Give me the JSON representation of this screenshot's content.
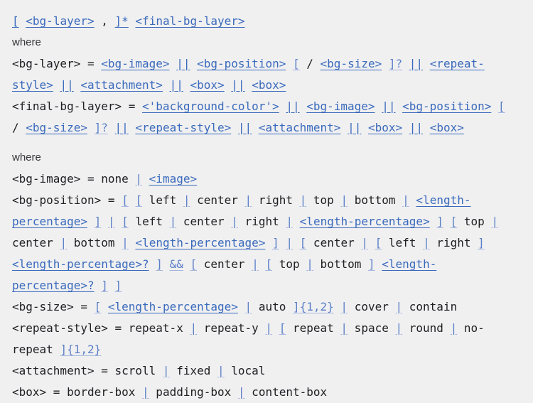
{
  "colors": {
    "background": "#f0f0f1",
    "text": "#202024",
    "link": "#3a6abc",
    "combinator": "#5b7fc7",
    "combinator_underline": "#a5b6de",
    "where_text": "#37373b"
  },
  "formal_syntax": {
    "blocks": [
      {
        "name": "property-syntax",
        "lines": [
          [
            {
              "k": "link",
              "t": "["
            },
            {
              "k": "text",
              "t": " "
            },
            {
              "k": "link",
              "t": "<bg-layer>"
            },
            {
              "k": "text",
              "t": " , "
            },
            {
              "k": "link",
              "t": "]*"
            },
            {
              "k": "text",
              "t": " "
            },
            {
              "k": "link",
              "t": "<final-bg-layer>"
            }
          ]
        ]
      },
      {
        "name": "where-block-1",
        "where_label": "where",
        "lines": [
          [
            {
              "k": "text",
              "t": "<bg-layer> = "
            },
            {
              "k": "link",
              "t": "<bg-image>"
            },
            {
              "k": "text",
              "t": " "
            },
            {
              "k": "link",
              "t": "||"
            },
            {
              "k": "text",
              "t": " "
            },
            {
              "k": "link",
              "t": "<bg-position>"
            },
            {
              "k": "text",
              "t": " "
            },
            {
              "k": "comb",
              "t": "["
            },
            {
              "k": "text",
              "t": " / "
            },
            {
              "k": "link",
              "t": "<bg-size>"
            },
            {
              "k": "text",
              "t": " "
            },
            {
              "k": "comb",
              "t": "]?"
            },
            {
              "k": "text",
              "t": " "
            },
            {
              "k": "link",
              "t": "||"
            },
            {
              "k": "text",
              "t": " "
            },
            {
              "k": "link",
              "t": "<repeat-"
            }
          ],
          [
            {
              "k": "link",
              "t": "style>"
            },
            {
              "k": "text",
              "t": " "
            },
            {
              "k": "link",
              "t": "||"
            },
            {
              "k": "text",
              "t": " "
            },
            {
              "k": "link",
              "t": "<attachment>"
            },
            {
              "k": "text",
              "t": " "
            },
            {
              "k": "link",
              "t": "||"
            },
            {
              "k": "text",
              "t": " "
            },
            {
              "k": "link",
              "t": "<box>"
            },
            {
              "k": "text",
              "t": " "
            },
            {
              "k": "link",
              "t": "||"
            },
            {
              "k": "text",
              "t": " "
            },
            {
              "k": "link",
              "t": "<box>"
            }
          ],
          [
            {
              "k": "text",
              "t": "<final-bg-layer> = "
            },
            {
              "k": "link",
              "t": "<'background-color'>"
            },
            {
              "k": "text",
              "t": " "
            },
            {
              "k": "link",
              "t": "||"
            },
            {
              "k": "text",
              "t": " "
            },
            {
              "k": "link",
              "t": "<bg-image>"
            },
            {
              "k": "text",
              "t": " "
            },
            {
              "k": "link",
              "t": "||"
            },
            {
              "k": "text",
              "t": " "
            },
            {
              "k": "link",
              "t": "<bg-position>"
            },
            {
              "k": "text",
              "t": " "
            },
            {
              "k": "comb",
              "t": "["
            }
          ],
          [
            {
              "k": "text",
              "t": "/ "
            },
            {
              "k": "link",
              "t": "<bg-size>"
            },
            {
              "k": "text",
              "t": " "
            },
            {
              "k": "comb",
              "t": "]?"
            },
            {
              "k": "text",
              "t": " "
            },
            {
              "k": "link",
              "t": "||"
            },
            {
              "k": "text",
              "t": " "
            },
            {
              "k": "link",
              "t": "<repeat-style>"
            },
            {
              "k": "text",
              "t": " "
            },
            {
              "k": "link",
              "t": "||"
            },
            {
              "k": "text",
              "t": " "
            },
            {
              "k": "link",
              "t": "<attachment>"
            },
            {
              "k": "text",
              "t": " "
            },
            {
              "k": "link",
              "t": "||"
            },
            {
              "k": "text",
              "t": " "
            },
            {
              "k": "link",
              "t": "<box>"
            },
            {
              "k": "text",
              "t": " "
            },
            {
              "k": "link",
              "t": "||"
            },
            {
              "k": "text",
              "t": " "
            },
            {
              "k": "link",
              "t": "<box>"
            }
          ]
        ]
      },
      {
        "name": "where-block-2",
        "where_label": "where",
        "lines": [
          [
            {
              "k": "text",
              "t": "<bg-image> = none "
            },
            {
              "k": "comb",
              "t": "|"
            },
            {
              "k": "text",
              "t": " "
            },
            {
              "k": "link",
              "t": "<image>"
            }
          ],
          [
            {
              "k": "text",
              "t": "<bg-position> = "
            },
            {
              "k": "comb",
              "t": "["
            },
            {
              "k": "text",
              "t": " "
            },
            {
              "k": "comb",
              "t": "["
            },
            {
              "k": "text",
              "t": " left "
            },
            {
              "k": "comb",
              "t": "|"
            },
            {
              "k": "text",
              "t": " center "
            },
            {
              "k": "comb",
              "t": "|"
            },
            {
              "k": "text",
              "t": " right "
            },
            {
              "k": "comb",
              "t": "|"
            },
            {
              "k": "text",
              "t": " top "
            },
            {
              "k": "comb",
              "t": "|"
            },
            {
              "k": "text",
              "t": " bottom "
            },
            {
              "k": "comb",
              "t": "|"
            },
            {
              "k": "text",
              "t": " "
            },
            {
              "k": "link",
              "t": "<length-"
            }
          ],
          [
            {
              "k": "link",
              "t": "percentage>"
            },
            {
              "k": "text",
              "t": " "
            },
            {
              "k": "comb",
              "t": "]"
            },
            {
              "k": "text",
              "t": " "
            },
            {
              "k": "comb",
              "t": "|"
            },
            {
              "k": "text",
              "t": " "
            },
            {
              "k": "comb",
              "t": "["
            },
            {
              "k": "text",
              "t": " left "
            },
            {
              "k": "comb",
              "t": "|"
            },
            {
              "k": "text",
              "t": " center "
            },
            {
              "k": "comb",
              "t": "|"
            },
            {
              "k": "text",
              "t": " right "
            },
            {
              "k": "comb",
              "t": "|"
            },
            {
              "k": "text",
              "t": " "
            },
            {
              "k": "link",
              "t": "<length-percentage>"
            },
            {
              "k": "text",
              "t": " "
            },
            {
              "k": "comb",
              "t": "]"
            },
            {
              "k": "text",
              "t": " "
            },
            {
              "k": "comb",
              "t": "["
            },
            {
              "k": "text",
              "t": " top "
            },
            {
              "k": "comb",
              "t": "|"
            }
          ],
          [
            {
              "k": "text",
              "t": "center "
            },
            {
              "k": "comb",
              "t": "|"
            },
            {
              "k": "text",
              "t": " bottom "
            },
            {
              "k": "comb",
              "t": "|"
            },
            {
              "k": "text",
              "t": " "
            },
            {
              "k": "link",
              "t": "<length-percentage>"
            },
            {
              "k": "text",
              "t": " "
            },
            {
              "k": "comb",
              "t": "]"
            },
            {
              "k": "text",
              "t": " "
            },
            {
              "k": "comb",
              "t": "|"
            },
            {
              "k": "text",
              "t": " "
            },
            {
              "k": "comb",
              "t": "["
            },
            {
              "k": "text",
              "t": " center "
            },
            {
              "k": "comb",
              "t": "|"
            },
            {
              "k": "text",
              "t": " "
            },
            {
              "k": "comb",
              "t": "["
            },
            {
              "k": "text",
              "t": " left "
            },
            {
              "k": "comb",
              "t": "|"
            },
            {
              "k": "text",
              "t": " right "
            },
            {
              "k": "comb",
              "t": "]"
            }
          ],
          [
            {
              "k": "link",
              "t": "<length-percentage>?"
            },
            {
              "k": "text",
              "t": " "
            },
            {
              "k": "comb",
              "t": "]"
            },
            {
              "k": "text",
              "t": " "
            },
            {
              "k": "comb",
              "t": "&&"
            },
            {
              "k": "text",
              "t": " "
            },
            {
              "k": "comb",
              "t": "["
            },
            {
              "k": "text",
              "t": " center "
            },
            {
              "k": "comb",
              "t": "|"
            },
            {
              "k": "text",
              "t": " "
            },
            {
              "k": "comb",
              "t": "["
            },
            {
              "k": "text",
              "t": " top "
            },
            {
              "k": "comb",
              "t": "|"
            },
            {
              "k": "text",
              "t": " bottom "
            },
            {
              "k": "comb",
              "t": "]"
            },
            {
              "k": "text",
              "t": " "
            },
            {
              "k": "link",
              "t": "<length-"
            }
          ],
          [
            {
              "k": "link",
              "t": "percentage>?"
            },
            {
              "k": "text",
              "t": " "
            },
            {
              "k": "comb",
              "t": "]"
            },
            {
              "k": "text",
              "t": " "
            },
            {
              "k": "comb",
              "t": "]"
            }
          ],
          [
            {
              "k": "text",
              "t": "<bg-size> = "
            },
            {
              "k": "comb",
              "t": "["
            },
            {
              "k": "text",
              "t": " "
            },
            {
              "k": "link",
              "t": "<length-percentage>"
            },
            {
              "k": "text",
              "t": " "
            },
            {
              "k": "comb",
              "t": "|"
            },
            {
              "k": "text",
              "t": " auto "
            },
            {
              "k": "comb",
              "t": "]{1,2}"
            },
            {
              "k": "text",
              "t": " "
            },
            {
              "k": "comb",
              "t": "|"
            },
            {
              "k": "text",
              "t": " cover "
            },
            {
              "k": "comb",
              "t": "|"
            },
            {
              "k": "text",
              "t": " contain"
            }
          ],
          [
            {
              "k": "text",
              "t": "<repeat-style> = repeat-x "
            },
            {
              "k": "comb",
              "t": "|"
            },
            {
              "k": "text",
              "t": " repeat-y "
            },
            {
              "k": "comb",
              "t": "|"
            },
            {
              "k": "text",
              "t": " "
            },
            {
              "k": "comb",
              "t": "["
            },
            {
              "k": "text",
              "t": " repeat "
            },
            {
              "k": "comb",
              "t": "|"
            },
            {
              "k": "text",
              "t": " space "
            },
            {
              "k": "comb",
              "t": "|"
            },
            {
              "k": "text",
              "t": " round "
            },
            {
              "k": "comb",
              "t": "|"
            },
            {
              "k": "text",
              "t": " no-"
            }
          ],
          [
            {
              "k": "text",
              "t": "repeat "
            },
            {
              "k": "comb",
              "t": "]{1,2}"
            }
          ],
          [
            {
              "k": "text",
              "t": "<attachment> = scroll "
            },
            {
              "k": "comb",
              "t": "|"
            },
            {
              "k": "text",
              "t": " fixed "
            },
            {
              "k": "comb",
              "t": "|"
            },
            {
              "k": "text",
              "t": " local"
            }
          ],
          [
            {
              "k": "text",
              "t": "<box> = border-box "
            },
            {
              "k": "comb",
              "t": "|"
            },
            {
              "k": "text",
              "t": " padding-box "
            },
            {
              "k": "comb",
              "t": "|"
            },
            {
              "k": "text",
              "t": " content-box"
            }
          ]
        ]
      }
    ]
  }
}
